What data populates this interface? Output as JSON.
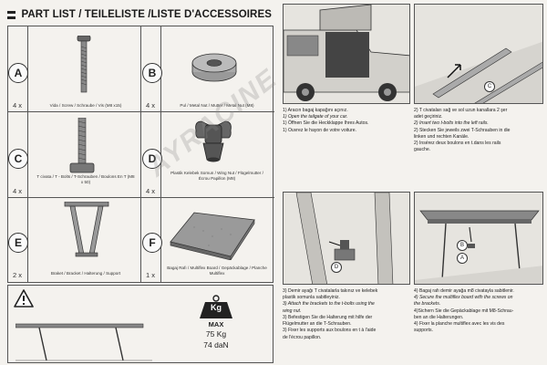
{
  "header": {
    "title": "PART LIST / TEILELISTE /LISTE D'ACCESSOIRES"
  },
  "parts": [
    {
      "letter": "A",
      "qty": "4 x",
      "caption": "Vida / Screw / Schraube / Vis (M8 x15)"
    },
    {
      "letter": "B",
      "qty": "4 x",
      "caption": "Pul / Metal Nut / Mutter / Metal Nut (M8)"
    },
    {
      "letter": "C",
      "qty": "4 x",
      "caption": "T civata / T - Bolts / T-Schrauben / Boulons En T (M8 x 50)"
    },
    {
      "letter": "D",
      "qty": "4 x",
      "caption": "Plastik Kelebek Somun / Wing Nut / Flügelmutter / Écrou Papillon (M8)"
    },
    {
      "letter": "E",
      "qty": "2 x",
      "caption": "Braket / Bracket / Halterung / Support"
    },
    {
      "letter": "F",
      "qty": "1 x",
      "caption": "Bagaj Rafı / Multiflex Board / Gepäckablage / Planche Multiflex"
    }
  ],
  "load": {
    "unit": "Kg",
    "max_label": "MAX",
    "kg": "75 Kg",
    "dan": "74 daN"
  },
  "watermark": "AYRACINE",
  "steps": [
    {
      "lines": [
        {
          "text": "1) Aracın bagaj kapağını açınız.",
          "italic": false
        },
        {
          "text": "1) Open the tailgate of your car.",
          "italic": true
        },
        {
          "text": "1) Öffnen Sie die Heckklappe Ihres Autos.",
          "italic": false
        },
        {
          "text": "1) Ouvrez le hayon de votre voiture.",
          "italic": false
        }
      ]
    },
    {
      "lines": [
        {
          "text": "2) T civataları sağ ve sol uzun kanallara 2 şer",
          "italic": false
        },
        {
          "text": "adet geçiriniz.",
          "italic": false
        },
        {
          "text": "2) Insert two t-bolts into the left rails.",
          "italic": true
        },
        {
          "text": "2) Stecken Sie jeweils zwei T-Schrauben in die",
          "italic": false
        },
        {
          "text": "linken und rechten Kanäle.",
          "italic": false
        },
        {
          "text": "2) Insérez deux boulons en t.dans les rails",
          "italic": false
        },
        {
          "text": "gauche.",
          "italic": false
        }
      ]
    },
    {
      "lines": [
        {
          "text": "3) Demir ayağı T civatalarla takınız ve kelebek",
          "italic": false
        },
        {
          "text": "plastik somunla sabitleyiniz.",
          "italic": false
        },
        {
          "text": "3) Attach the brackets to the t-bolts using the",
          "italic": true
        },
        {
          "text": "wing nut.",
          "italic": true
        },
        {
          "text": "3) Befestigen Sie die Halterung mit hilfe der",
          "italic": false
        },
        {
          "text": "Flügelmutter an die T-Schrauben.",
          "italic": false
        },
        {
          "text": "3) Fixer les supports aux boulons en t à l'aide",
          "italic": false
        },
        {
          "text": "de l'écrou papillon.",
          "italic": false
        }
      ]
    },
    {
      "lines": [
        {
          "text": "4) Bagaj rafı demir ayağa m8 civatayla sabitlenir.",
          "italic": false
        },
        {
          "text": "4) Secure the multiflex board with the screws on",
          "italic": true
        },
        {
          "text": "the brackets.",
          "italic": true
        },
        {
          "text": "4)Sichern Sie die Gepäckablage mit M8-Schrau-",
          "italic": false
        },
        {
          "text": "ben an die Halterungen.",
          "italic": false
        },
        {
          "text": "4) Fixer la planche multiflex avec les vis des",
          "italic": false
        },
        {
          "text": "supports.",
          "italic": false
        }
      ]
    }
  ],
  "callouts": {
    "c": "C",
    "a": "A",
    "b": "B",
    "d": "D"
  }
}
